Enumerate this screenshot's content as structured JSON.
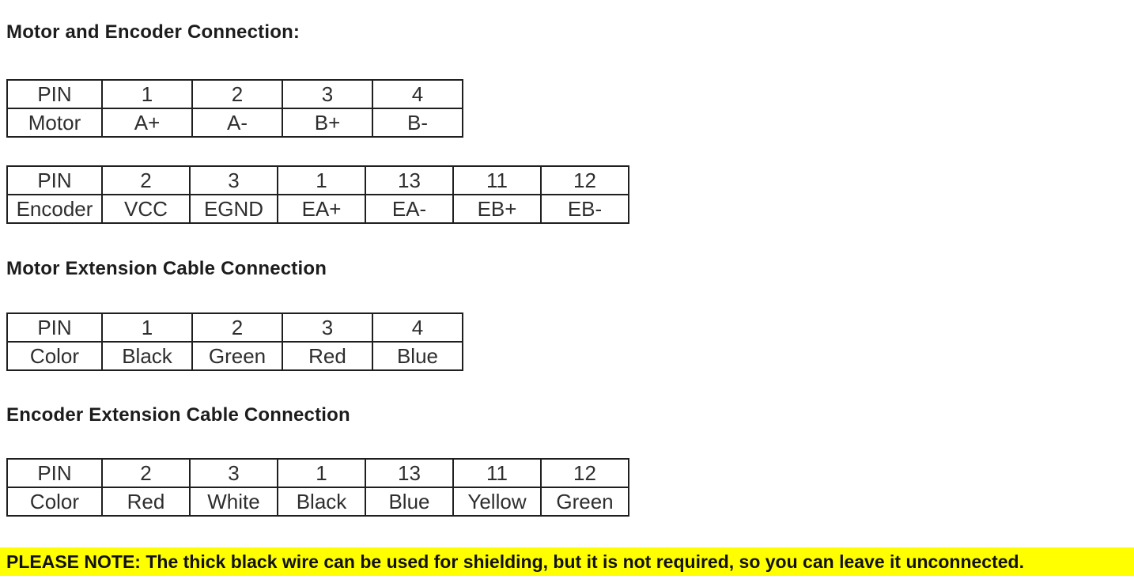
{
  "sections": {
    "motor_encoder": {
      "heading": "Motor and Encoder Connection:"
    },
    "motor_ext": {
      "heading": "Motor Extension Cable Connection"
    },
    "encoder_ext": {
      "heading": "Encoder Extension Cable Connection"
    }
  },
  "tables": {
    "motor": {
      "rows": [
        [
          "PIN",
          "1",
          "2",
          "3",
          "4"
        ],
        [
          "Motor",
          "A+",
          "A-",
          "B+",
          "B-"
        ]
      ]
    },
    "encoder": {
      "rows": [
        [
          "PIN",
          "2",
          "3",
          "1",
          "13",
          "11",
          "12"
        ],
        [
          "Encoder",
          "VCC",
          "EGND",
          "EA+",
          "EA-",
          "EB+",
          "EB-"
        ]
      ]
    },
    "motor_ext": {
      "rows": [
        [
          "PIN",
          "1",
          "2",
          "3",
          "4"
        ],
        [
          "Color",
          "Black",
          "Green",
          "Red",
          "Blue"
        ]
      ]
    },
    "encoder_ext": {
      "rows": [
        [
          "PIN",
          "2",
          "3",
          "1",
          "13",
          "11",
          "12"
        ],
        [
          "Color",
          "Red",
          "White",
          "Black",
          "Blue",
          "Yellow",
          "Green"
        ]
      ]
    }
  },
  "note": {
    "text": "PLEASE NOTE: The thick black wire can be used for shielding, but it is not required, so you can leave it unconnected."
  },
  "colors": {
    "highlight": "#FFFF00",
    "border": "#1F1F1F",
    "text": "#262626",
    "background": "#FFFFFF"
  }
}
